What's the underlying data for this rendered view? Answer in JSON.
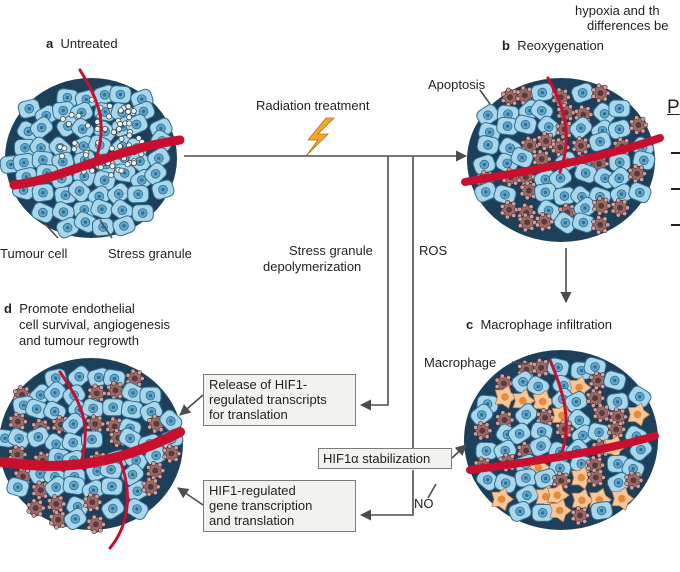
{
  "header_text": [
    "hypoxia and th",
    "differences be"
  ],
  "side_letter": "P",
  "panels": {
    "a": {
      "letter": "a",
      "title": "Untreated"
    },
    "b": {
      "letter": "b",
      "title": "Reoxygenation"
    },
    "c": {
      "letter": "c",
      "title": "Macrophage infiltration"
    },
    "d": {
      "letter": "d",
      "title_lines": [
        "Promote endothelial",
        "cell survival, angiogenesis",
        "and tumour regrowth"
      ]
    }
  },
  "labels": {
    "radiation": "Radiation treatment",
    "apoptosis": "Apoptosis",
    "tumour_cell": "Tumour cell",
    "stress_granule": "Stress granule",
    "sg_depoly": [
      "Stress granule",
      "depolymerization"
    ],
    "ros": "ROS",
    "macrophage": "Macrophage",
    "no": "NO"
  },
  "boxes": {
    "release": [
      "Release of HIF1-",
      "regulated transcripts",
      "for translation"
    ],
    "hif1a": "HIF1α stabilization",
    "transcription": [
      "HIF1-regulated",
      "gene transcription",
      "and translation"
    ]
  },
  "colors": {
    "tumour_cell": "#a9d6ea",
    "tumour_edge": "#2f6f92",
    "nucleus": "#5fa6cc",
    "vessel": "#c8102e",
    "apoptotic": "#9b6b6b",
    "macrophage": "#f6c79a",
    "lightning": "#f4a82a",
    "arrow": "#4d4d4d"
  }
}
